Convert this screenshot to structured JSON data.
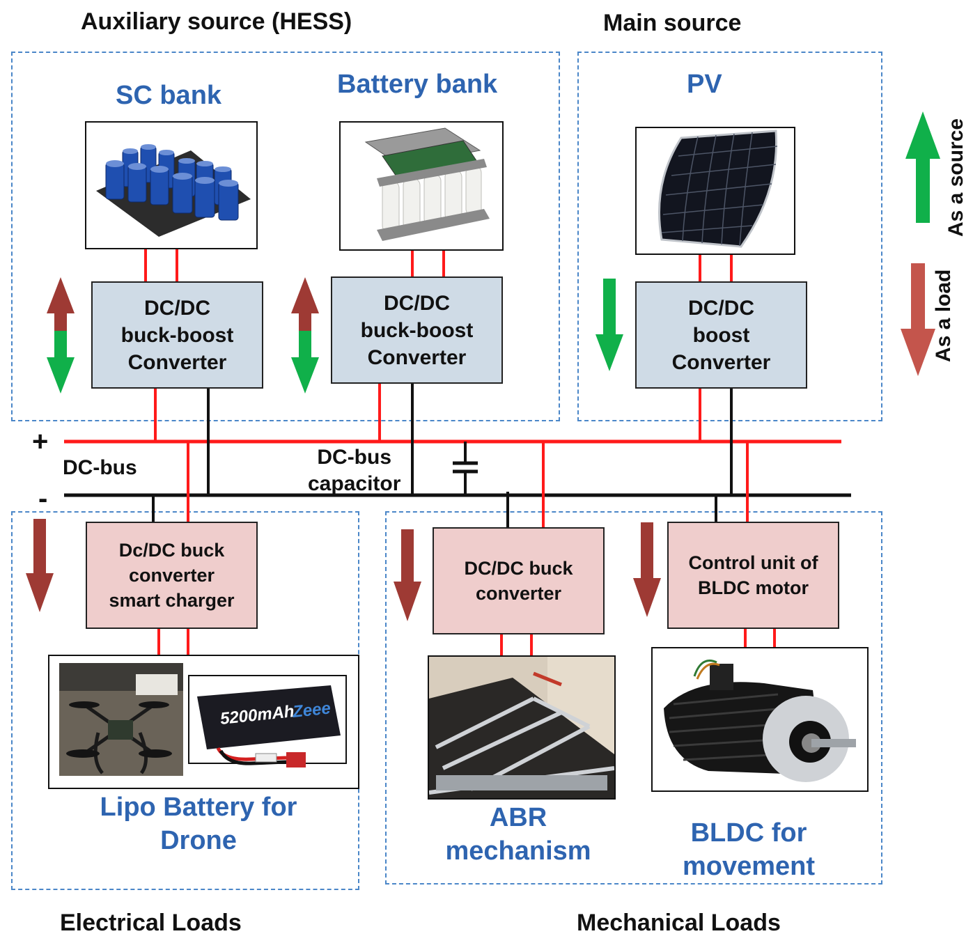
{
  "titles": {
    "auxiliary": "Auxiliary source (HESS)",
    "main": "Main source",
    "electrical": "Electrical Loads",
    "mechanical": "Mechanical Loads"
  },
  "components": {
    "sc_bank": "SC bank",
    "battery_bank": "Battery bank",
    "pv": "PV",
    "lipo_line1": "Lipo Battery for",
    "lipo_line2": "Drone",
    "abr_line1": "ABR",
    "abr_line2": "mechanism",
    "bldc_line1": "BLDC for",
    "bldc_line2": "movement"
  },
  "converters": {
    "sc": "DC/DC\nbuck-boost\nConverter",
    "battery": "DC/DC\nbuck-boost\nConverter",
    "pv": "DC/DC\nboost\nConverter",
    "charger": "Dc/DC buck\nconverter\nsmart charger",
    "abr": "DC/DC buck\nconverter",
    "bldc": "Control unit of\nBLDC motor"
  },
  "bus": {
    "plus": "+",
    "minus": "-",
    "label": "DC-bus",
    "capacitor_line1": "DC-bus",
    "capacitor_line2": "capacitor"
  },
  "legend": {
    "source": "As a source",
    "load": "As a load"
  },
  "images": {
    "lipo_battery_text": "5200mAh",
    "lipo_battery_brand": "Zeee"
  },
  "colors": {
    "positive_wire": "#ff1a1a",
    "negative_wire": "#111111",
    "region_border": "#4a86c8",
    "source_arrow": "#10b04a",
    "load_arrow": "#9e3a34",
    "label_blue": "#2e64b0",
    "source_converter_fill": "#cfdbe6",
    "load_converter_fill": "#efcdcc"
  }
}
